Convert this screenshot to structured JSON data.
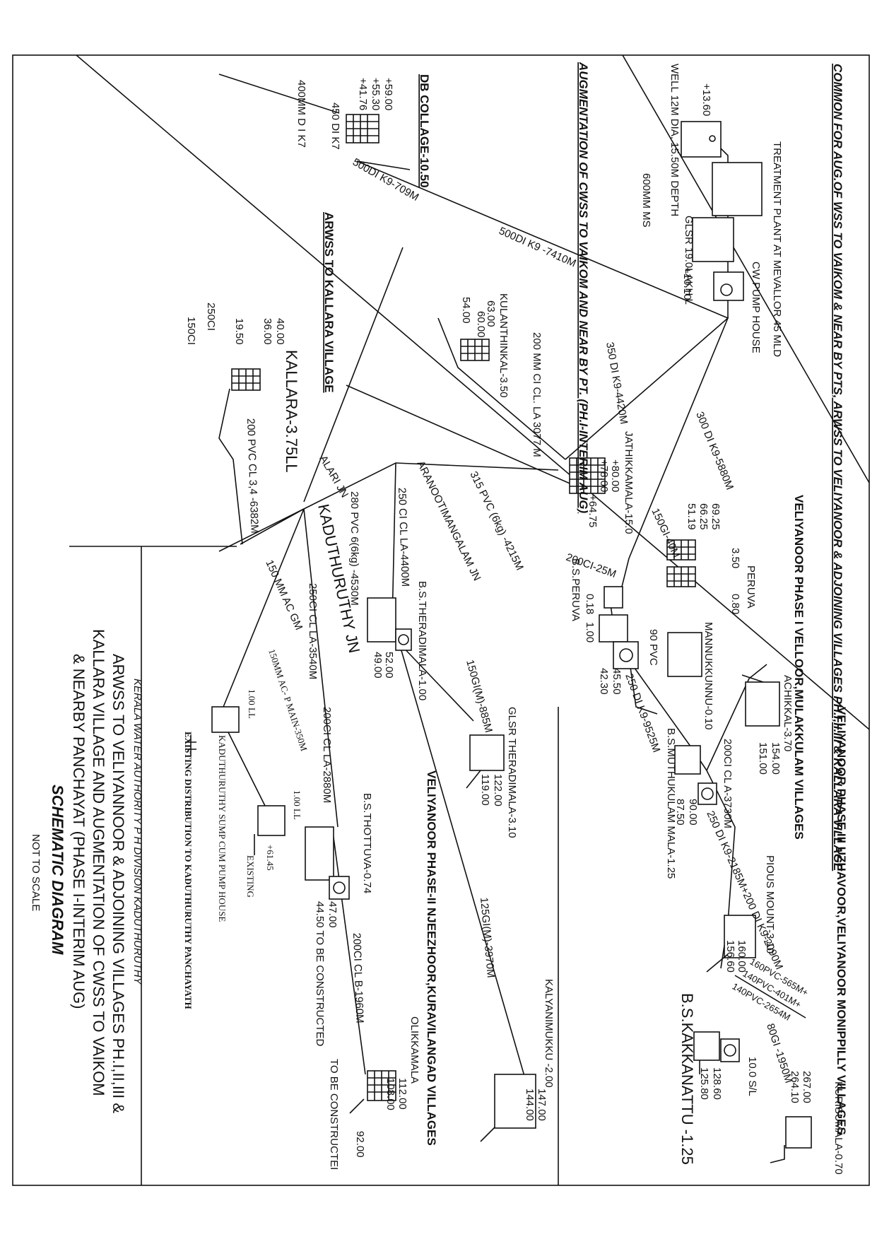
{
  "header": {
    "common_title": "COMMON FOR AUG.OF WSS TO VAIKOM & NEAR BY PTS, ARWSS TO VELIYANOOR & ADJOINING VILLAGES PH.I,II.III & KALLARA VILLAGE",
    "augmentation_title": "AUGMENTATION OF CWSS TO VAIKOM AND NEAR BY PT. (PH.I-INTERIM AUG)",
    "kallara_title": "ARWSS TO KALLARA VILLAGE",
    "phase1_title": "VELIYANOOR PHASE I VELLOOR,MULAKKULAM VILLAGES",
    "phase2_title": "VELIYANOOR PHASE-II NJEEZHOOR,KURAVILANGAD VILLAGES",
    "phase3_title": "VELIYANOOR PHASE III UZHAVOOR,VELIYANOOR MONIPPILLY VILLAGES"
  },
  "footer": {
    "authority": "KERALA WATER AUTHORITY P H DIVISION KADUTHURUTHY",
    "line1": "ARWSS TO VELIYANNOOR & ADJOINING VILLAGES PH.I,II,III &",
    "line2": "KALLARA VILLAGE AND AUGMENTATION OF CWSS TO VAIKOM",
    "line3": "& NEARBY PANCHAYAT (PHASE I-INTERIM AUG)",
    "schematic": "SCHEMATIC DIAGRAM",
    "scale": "NOT TO SCALE"
  },
  "source": {
    "well_label": "WELL 12M DIA, 15.50M DEPTH",
    "well_level": "+13.60",
    "treatment_plant": "TREATMENT PLANT AT MEVALLOR 45 MLD",
    "main_600": "600MM MS",
    "glsr": "GLSR 19.0LAKH L",
    "glsr_level": "+10.10",
    "cw_pump": "CW PUMP HOUSE"
  },
  "db_collage": {
    "label": "DB COLLAGE-10.50",
    "levels": [
      "+59.00",
      "+55.30",
      "+41.76"
    ],
    "pipe_450": "450 DI K7",
    "pipe_400": "400MM D I K7"
  },
  "pipes": {
    "p500_709": "500DI K9-709M",
    "p500_7410": "500DI K9 -7410M",
    "p350": "350 DI K9-4420M",
    "p300": "300 DI K9-5880M",
    "p200_ci": "200 MM CI CL. LA 3077 M",
    "p315": "315 PVC (6kg) -4215M",
    "p280": "280 PVC 6(6kg) -4530M",
    "p250_ci": "250 CI CL LA-4400M",
    "p200_pvc": "200 PVC CL 3,4 -6382M",
    "p150_ac": "150 MM AC GM",
    "p250_ci_3540": "250CI CL LA-3540M",
    "p200_ci_2880": "200CI CL LA-2880M",
    "p150_gi_885": "150GI(M)-885M",
    "p125_gi": "125GI(M)-3970M",
    "p200_ci_b": "200CI CL B-1960M",
    "p150_gi_40": "150GI-40M",
    "p200_ci_25": "200CI-25M",
    "p90": "90 PVC",
    "p250_di": "250 DI K9-9525M",
    "p200_ci_a": "200CI CL A-3730M",
    "p250_di_2": "250 DI K9-2185M+200 DI K9-2090M",
    "p160": "160PVC-565M+",
    "p140a": "140PVC-401M+",
    "p140b": "140PVC-2654M",
    "p80": "80GI -1950M",
    "p150_ac_main": "150MM AC- P MAIN-350M"
  },
  "nodes": {
    "kulanthinkal": "KULANTHINKAL-3.50",
    "kulanthinkal_levels": [
      "63.00",
      "60.00",
      "54.00"
    ],
    "kallara": "KALLARA-3.75LL",
    "kallara_levels": [
      "40.00",
      "36.00",
      "19.50"
    ],
    "kallara_250": "250CI",
    "kallara_150": "150CI",
    "jathikkamala": "JATHIKKAMALA-15.0",
    "jathikkamala_levels": [
      "+80.00",
      "+78.00",
      "+64.75"
    ],
    "alari": "ALARI JN",
    "arano": "ARANOOTIMANGALAM JN",
    "kaduthuruthy_jn": "KADUTHURUTHY JN",
    "bs_theradimala": "B.S.THERADIMALA-1.00",
    "bs_thera_levels": [
      "52.00",
      "49.00"
    ],
    "glsr_theradimala": "GLSR THERADIMALA-3.10",
    "glsr_thera_levels": [
      "122.00",
      "119.00"
    ],
    "peruva_levels": [
      "69.25",
      "66.25",
      "51.19"
    ],
    "peruva": "PERUVA",
    "peruva_vals": [
      "3.50",
      "0.80"
    ],
    "bs_peruva": "B.S.PERUVA",
    "bs_peruva_vals": [
      "0.18",
      "1.00"
    ],
    "mannukkunnu": "MANNUKKUNNU-0.10",
    "mannu_levels": [
      "45.50",
      "42.30"
    ],
    "achikkal": "ACHIKKAL-3.70",
    "achikkal_levels": [
      "154.00",
      "151.00"
    ],
    "bs_muthukulam": "B.S.MUTHUKULAM MALA-1.25",
    "muthu_levels": [
      "90.00",
      "87.50"
    ],
    "pious": "PIOUS MOUNT-3.10",
    "pious_levels": [
      "160.00",
      "156.60"
    ],
    "kakkanattu": "B.S.KAKKANATTU -1.25",
    "kakkanattu_levels": [
      "128.60",
      "125.80"
    ],
    "sl": "10.0 S/L",
    "kurisumala": "KURISUMALA-0.70",
    "kurisumala_levels": [
      "267.00",
      "264.10"
    ],
    "kalyanimukku": "KALYANIMUKKU -2.00",
    "kalyani_levels": [
      "147.00",
      "144.00"
    ],
    "olikkamala": "OLIKKAMALA",
    "olikka_levels": [
      "112.00",
      "108.00",
      "92.00"
    ],
    "olikka_note": "TO BE CONSTRUCTEI",
    "bs_thottuva": "B.S.THOTTUVA-0.74",
    "thottuva_levels": [
      "47.00",
      "44.50 TO BE CONSTRUCTED"
    ],
    "kad_sump": "KADUTHURUTHY SUMP CUM PUMP HOUSE",
    "kad_sump_ll": "1.00 LL",
    "existing_dist": "EXISTING DISTRIBUTION TO KADUTHURUTHY PANCHAYATH",
    "existing": "EXISTING",
    "existing_ll": "1.00 LL",
    "existing_level": "+61.45"
  }
}
